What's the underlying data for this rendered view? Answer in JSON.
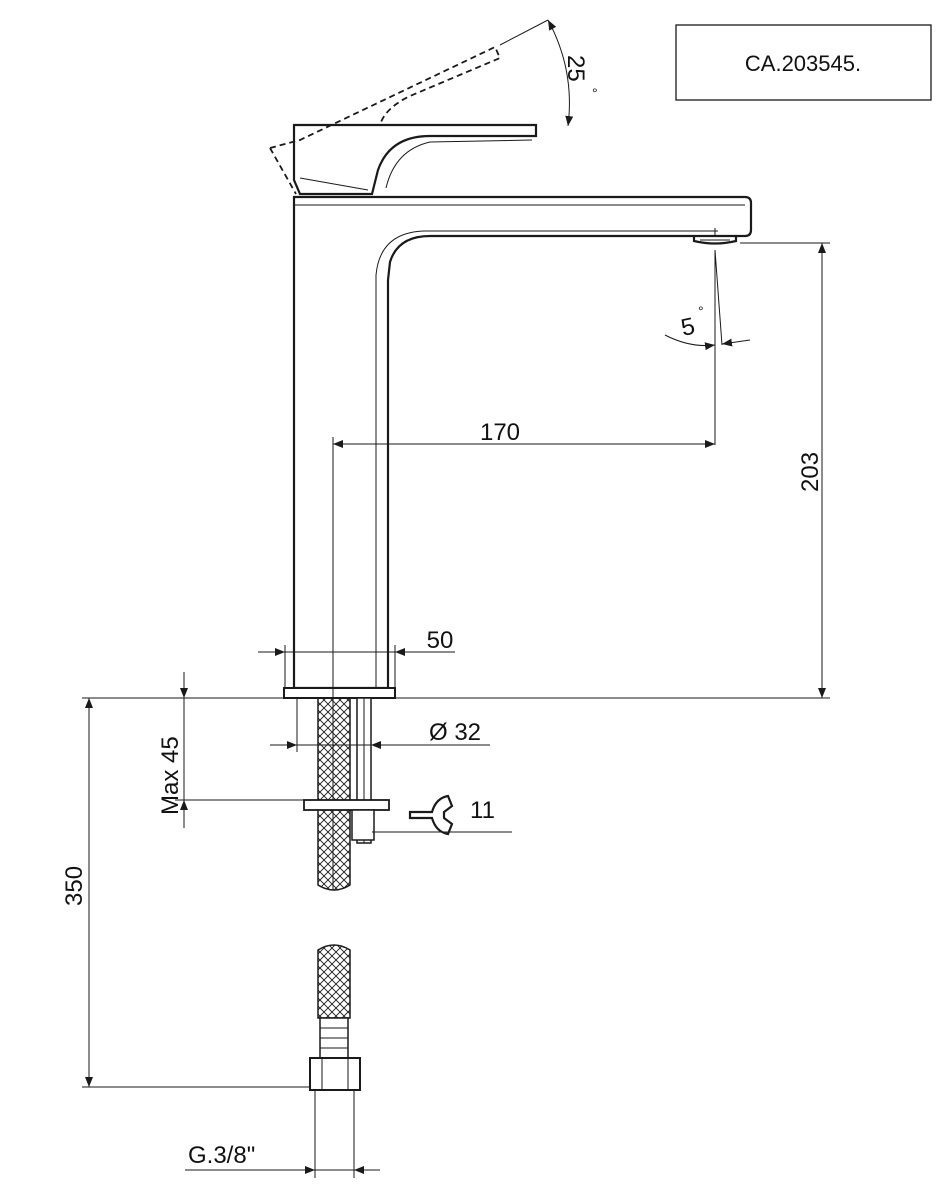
{
  "product_code": "CA.203545.",
  "dimensions": {
    "angle_lever": "25",
    "angle_spout": "5",
    "degree_symbol": "°",
    "reach": "170",
    "height": "203",
    "base_width": "50",
    "hole_diameter": "Ø 32",
    "max_deck": "Max 45",
    "wrench_size": "11",
    "hose_length": "350",
    "connection": "G.3/8\""
  },
  "icons": {
    "wrench": "wrench-icon"
  }
}
